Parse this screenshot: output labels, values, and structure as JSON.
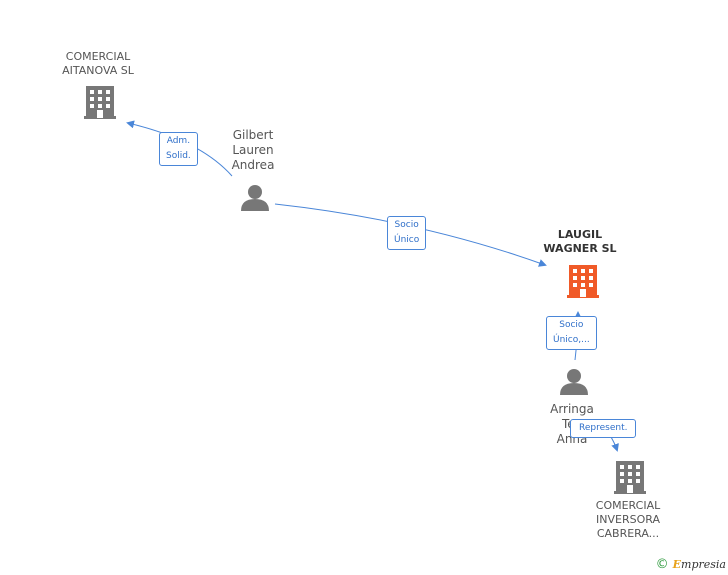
{
  "nodes": {
    "comercial_aitanova": {
      "lines": [
        "COMERCIAL",
        "AITANOVA SL"
      ],
      "type": "company",
      "color": "#777777"
    },
    "gilbert": {
      "lines": [
        "Gilbert",
        "Lauren",
        "Andrea"
      ],
      "type": "person",
      "color": "#777777"
    },
    "laugil": {
      "lines": [
        "LAUGIL",
        "WAGNER SL"
      ],
      "type": "company",
      "color": "#f05a28"
    },
    "arringa": {
      "lines": [
        "Arringa",
        "Teo",
        "Anna"
      ],
      "type": "person",
      "color": "#777777"
    },
    "comercial_inversora": {
      "lines": [
        "COMERCIAL",
        "INVERSORA",
        "CABRERA..."
      ],
      "type": "company",
      "color": "#777777"
    }
  },
  "edges": {
    "adm_solid": {
      "lines": [
        "Adm.",
        "Solid."
      ]
    },
    "socio_unico": {
      "lines": [
        "Socio",
        "Único"
      ]
    },
    "socio_unico_2": {
      "lines": [
        "Socio",
        "Único,..."
      ]
    },
    "represent": {
      "lines": [
        "Represent."
      ]
    }
  },
  "footer": {
    "copyright": "©",
    "brand_first": "E",
    "brand_rest": "mpresia"
  },
  "colors": {
    "edge": "#4a86d8",
    "highlight": "#f05a28",
    "node": "#777777"
  }
}
